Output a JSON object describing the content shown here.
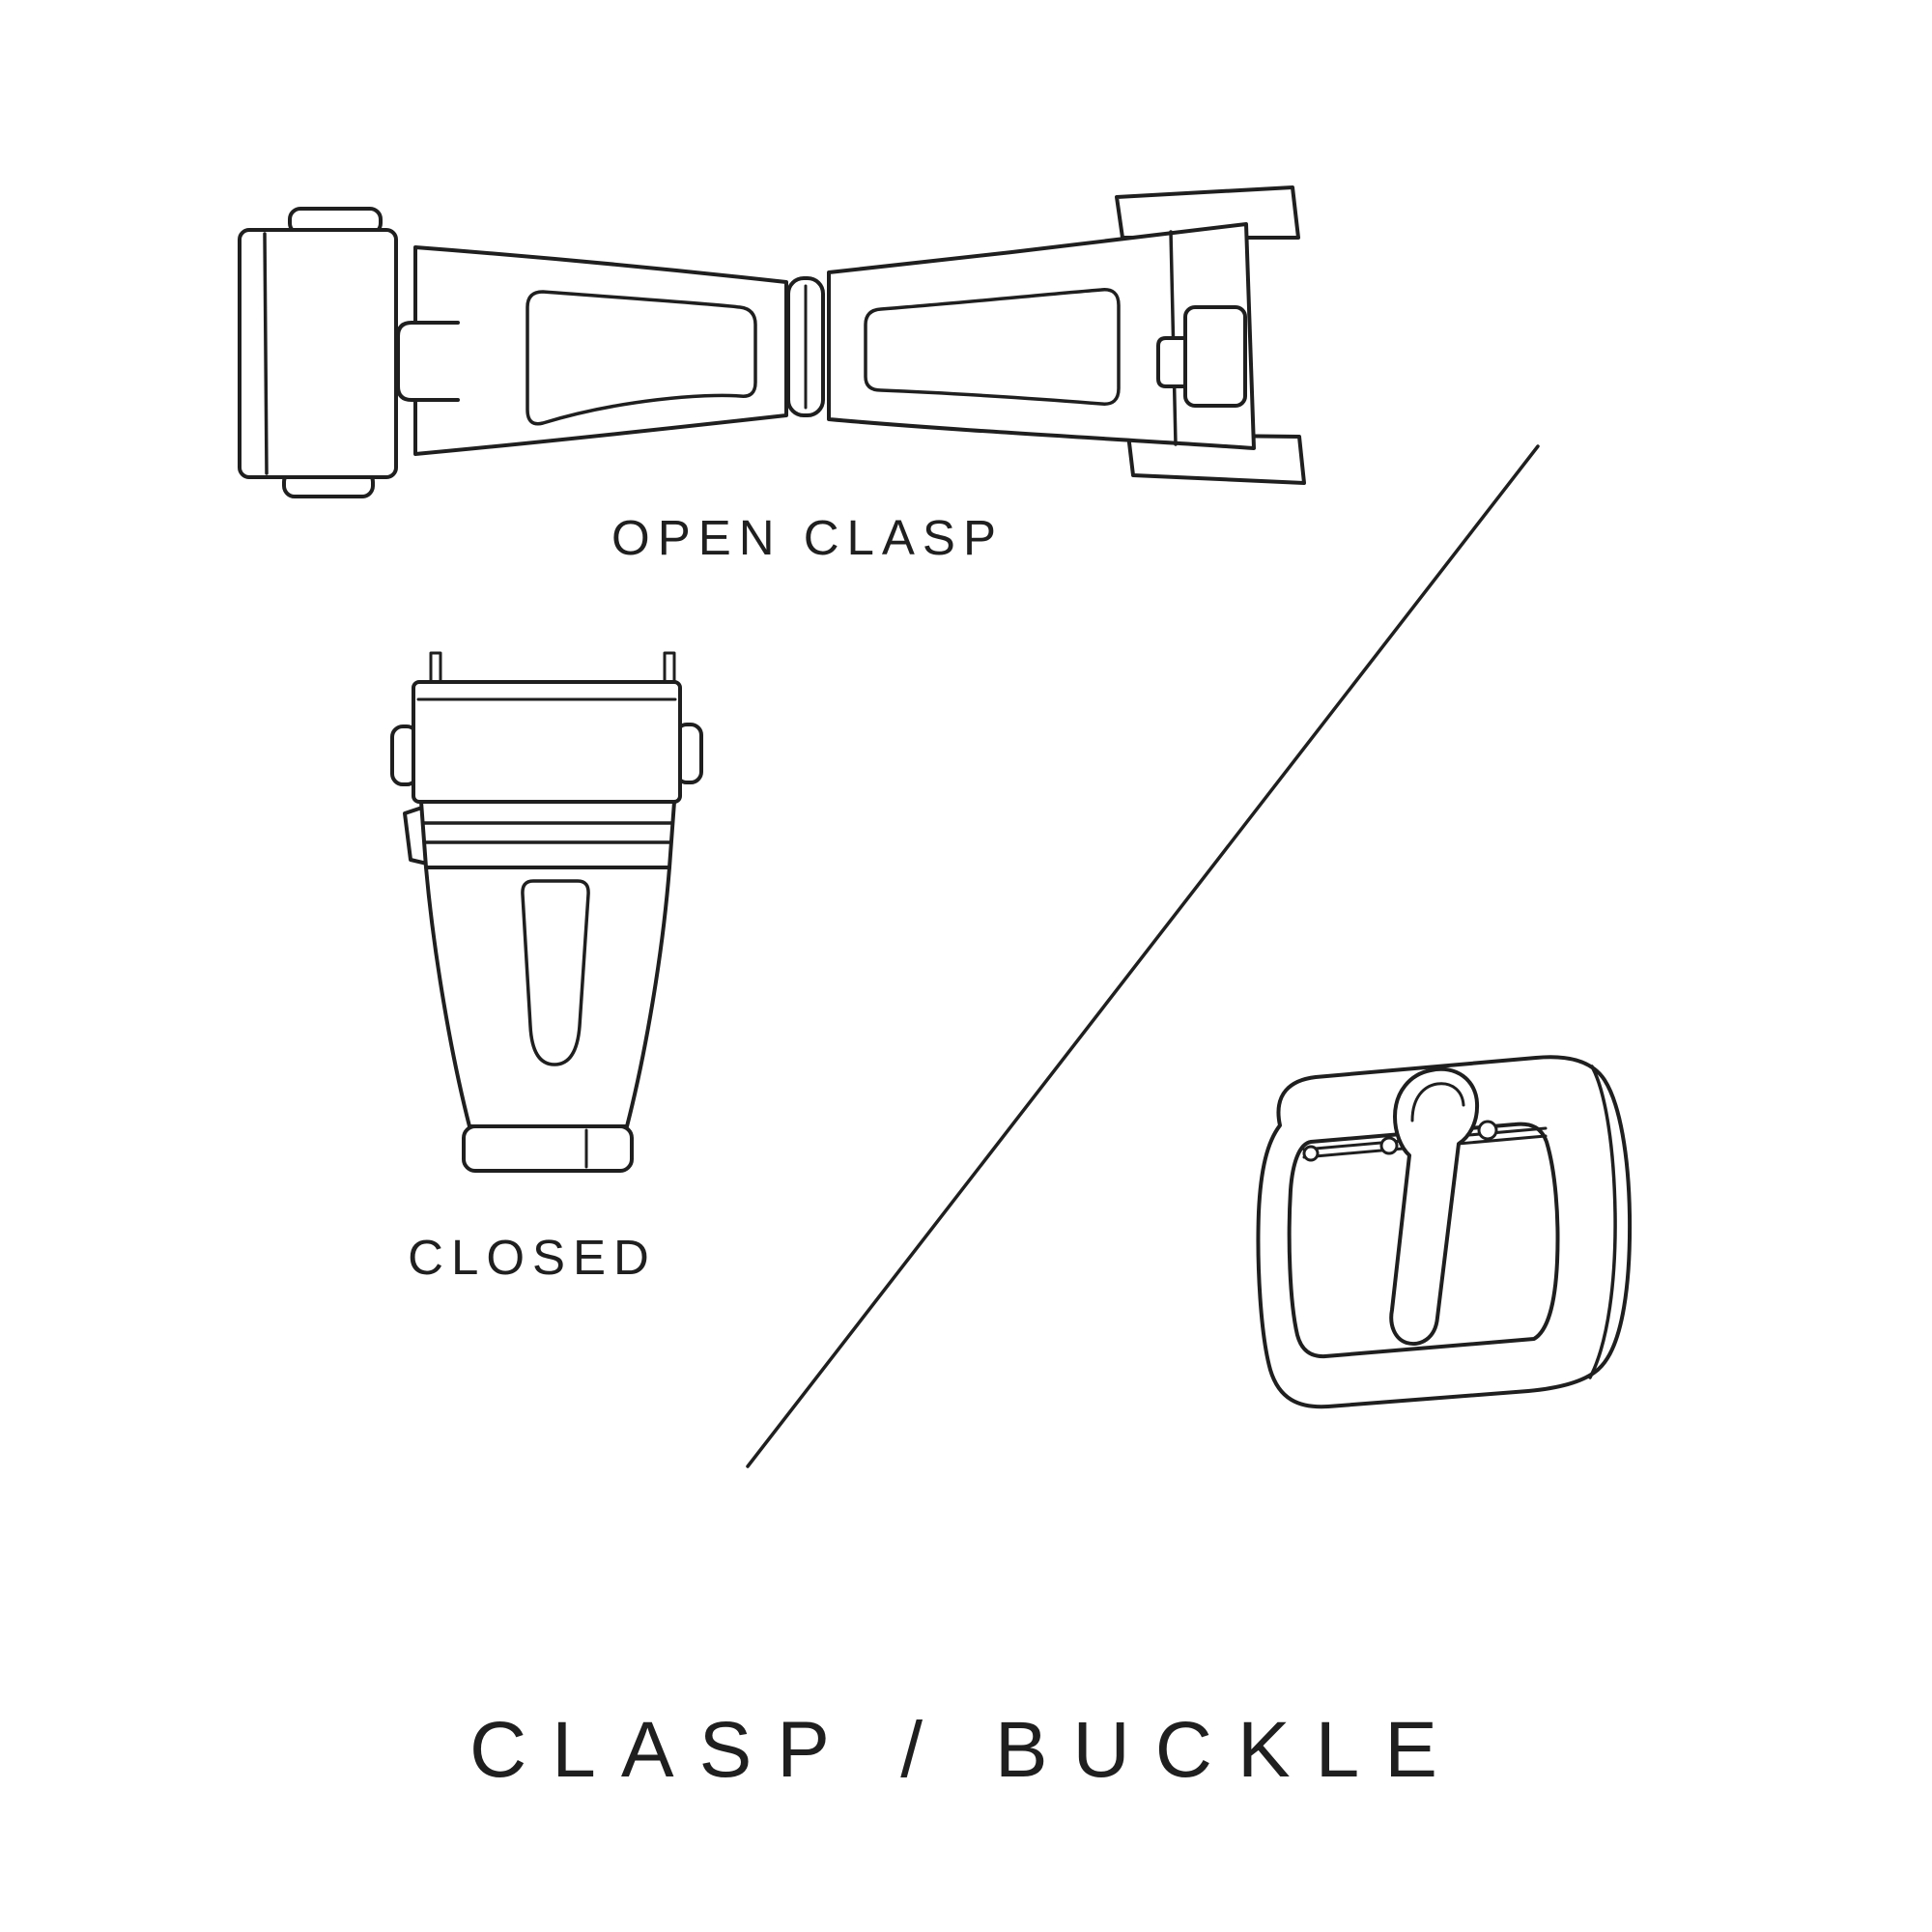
{
  "page": {
    "title": "CLASP / BUCKLE",
    "background_color": "#ffffff",
    "ink_color": "#1f1f1f"
  },
  "figures": [
    {
      "name": "open-clasp",
      "label": "OPEN CLASP"
    },
    {
      "name": "closed-clasp",
      "label": "CLOSED"
    },
    {
      "name": "tang-buckle"
    }
  ]
}
